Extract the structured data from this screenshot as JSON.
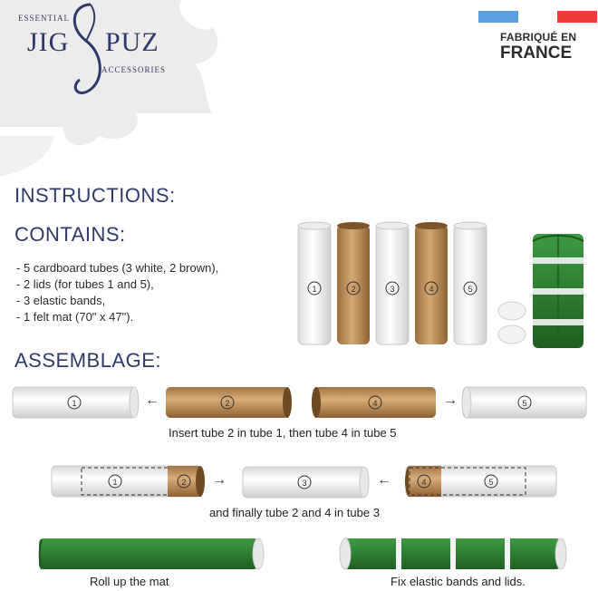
{
  "logo": {
    "top_word": "ESSENTIAL",
    "name_left": "JIG",
    "name_right": "PUZ",
    "bottom_word": "ACCESSORIES"
  },
  "origin": {
    "line1": "FABRIQUÉ EN",
    "line2": "FRANCE",
    "flag_colors": {
      "blue": "#5aa0e0",
      "red": "#ef3b3b"
    }
  },
  "headings": {
    "instructions": "INSTRUCTIONS:",
    "contains": "CONTAINS:",
    "assemblage": "ASSEMBLAGE:"
  },
  "contents": [
    "- 5 cardboard tubes (3 white, 2 brown),",
    "- 2 lids (for tubes 1 and 5),",
    "- 3 elastic bands,",
    "- 1 felt mat (70\" x 47\")."
  ],
  "tube_numbers": [
    "1",
    "2",
    "3",
    "4",
    "5"
  ],
  "arrows": {
    "left": "←",
    "right": "→"
  },
  "captions": {
    "step1": "Insert tube 2 in tube 1, then tube 4 in tube 5",
    "step2": "and finally tube 2 and 4 in tube 3",
    "step3": "Roll up the mat",
    "step4": "Fix elastic bands and lids."
  },
  "colors": {
    "heading": "#2e3a6b",
    "white_tube": "#f2f2f2",
    "brown_tube": "#b88a55",
    "felt": "#2f7d32"
  }
}
